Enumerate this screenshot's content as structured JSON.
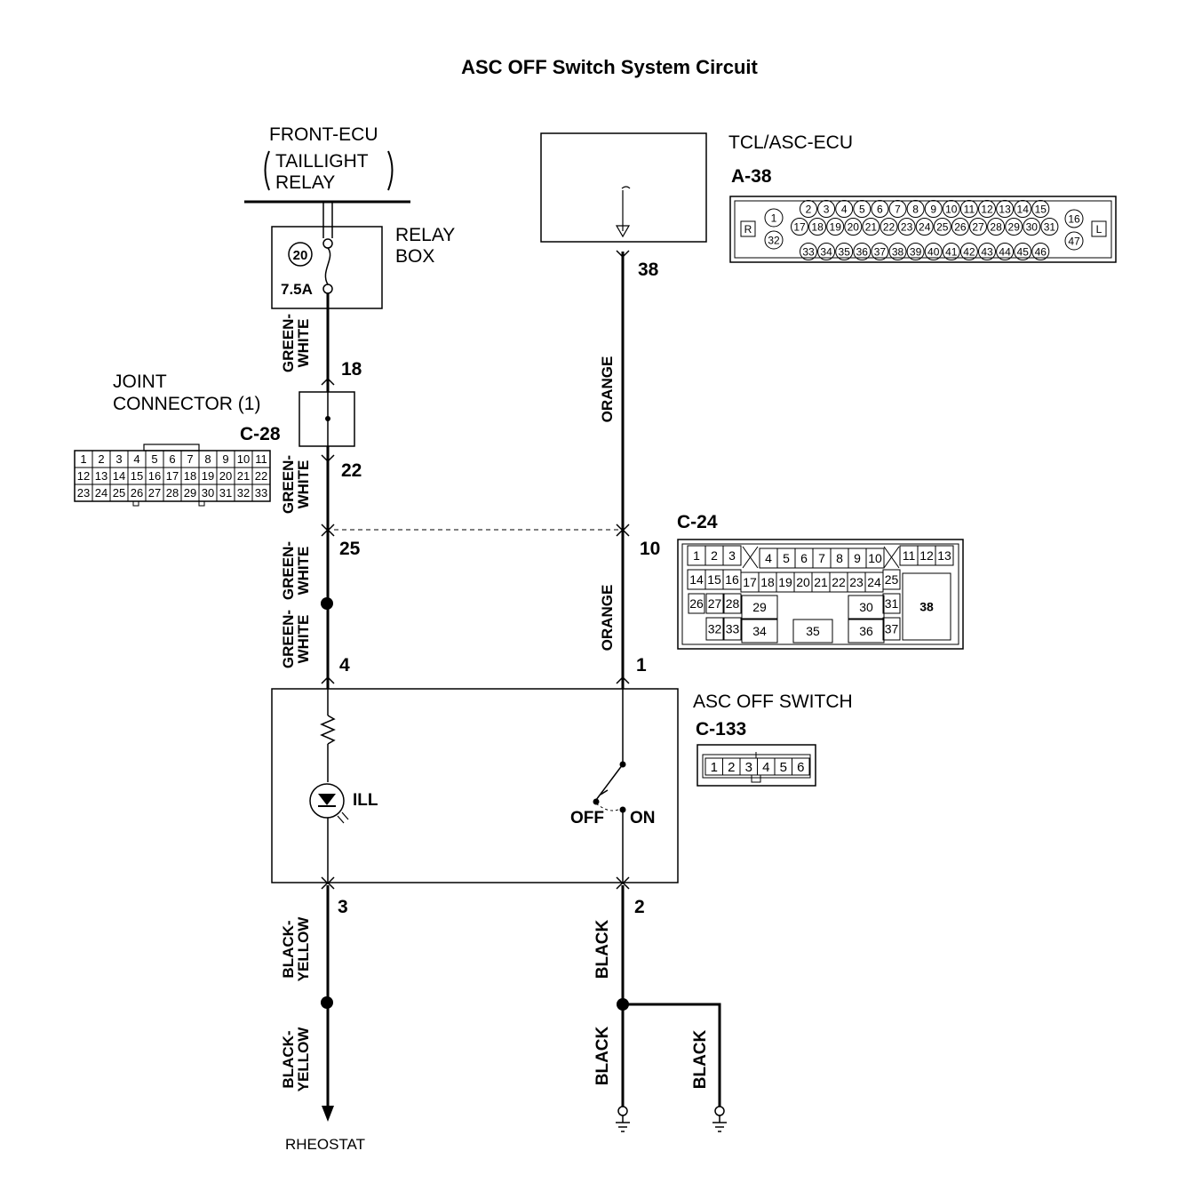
{
  "title": "ASC OFF Switch System Circuit",
  "front_ecu": {
    "label": "FRONT-ECU",
    "sub_line1": "TAILLIGHT",
    "sub_line2": "RELAY"
  },
  "relay_box": {
    "label_line1": "RELAY",
    "label_line2": "BOX",
    "fuse_number": "20",
    "fuse_rating": "7.5A"
  },
  "tcl_ecu": {
    "label": "TCL/ASC-ECU",
    "connector": "A-38",
    "pin": "38",
    "pins_top": [
      "2",
      "3",
      "4",
      "5",
      "6",
      "7",
      "8",
      "9",
      "10",
      "11",
      "12",
      "13",
      "14",
      "15"
    ],
    "pins_mid": [
      "17",
      "18",
      "19",
      "20",
      "21",
      "22",
      "23",
      "24",
      "25",
      "26",
      "27",
      "28",
      "29",
      "30",
      "31"
    ],
    "pins_bot": [
      "33",
      "34",
      "35",
      "36",
      "37",
      "38",
      "39",
      "40",
      "41",
      "42",
      "43",
      "44",
      "45",
      "46"
    ],
    "pins_left": [
      "1",
      "32"
    ],
    "pins_right": [
      "16",
      "47"
    ],
    "mark_left": "R",
    "mark_right": "L"
  },
  "joint_connector": {
    "label_line1": "JOINT",
    "label_line2": "CONNECTOR (1)",
    "connector": "C-28",
    "pin_in": "18",
    "pin_out": "22",
    "rows": [
      [
        "1",
        "2",
        "3",
        "4",
        "5",
        "6",
        "7",
        "8",
        "9",
        "10",
        "11"
      ],
      [
        "12",
        "13",
        "14",
        "15",
        "16",
        "17",
        "18",
        "19",
        "20",
        "21",
        "22"
      ],
      [
        "23",
        "24",
        "25",
        "26",
        "27",
        "28",
        "29",
        "30",
        "31",
        "32",
        "33"
      ]
    ]
  },
  "c24": {
    "connector": "C-24",
    "pin_left": "25",
    "pin_right": "10",
    "cells": [
      "1",
      "2",
      "3",
      "4",
      "5",
      "6",
      "7",
      "8",
      "9",
      "10",
      "11",
      "12",
      "13",
      "14",
      "15",
      "16",
      "17",
      "18",
      "19",
      "20",
      "21",
      "22",
      "23",
      "24",
      "25",
      "26",
      "27",
      "28",
      "29",
      "30",
      "31",
      "38",
      "32",
      "33",
      "34",
      "35",
      "36",
      "37"
    ]
  },
  "switch": {
    "label": "ASC OFF SWITCH",
    "connector": "C-133",
    "pins": [
      "1",
      "2",
      "3",
      "4",
      "5",
      "6"
    ],
    "pin_top_left": "4",
    "pin_top_right": "1",
    "pin_bot_left": "3",
    "pin_bot_right": "2",
    "ill_label": "ILL",
    "off_label": "OFF",
    "on_label": "ON"
  },
  "wires": {
    "green_white_1": "GREEN-\nWHITE",
    "green_white_2": "GREEN-\nWHITE",
    "green_white_3": "GREEN-\nWHITE",
    "green_white_4": "GREEN-\nWHITE",
    "orange_1": "ORANGE",
    "orange_2": "ORANGE",
    "black_yellow_1": "BLACK-\nYELLOW",
    "black_yellow_2": "BLACK-\nYELLOW",
    "black_1": "BLACK",
    "black_2": "BLACK",
    "black_3": "BLACK"
  },
  "rheostat": "RHEOSTAT"
}
